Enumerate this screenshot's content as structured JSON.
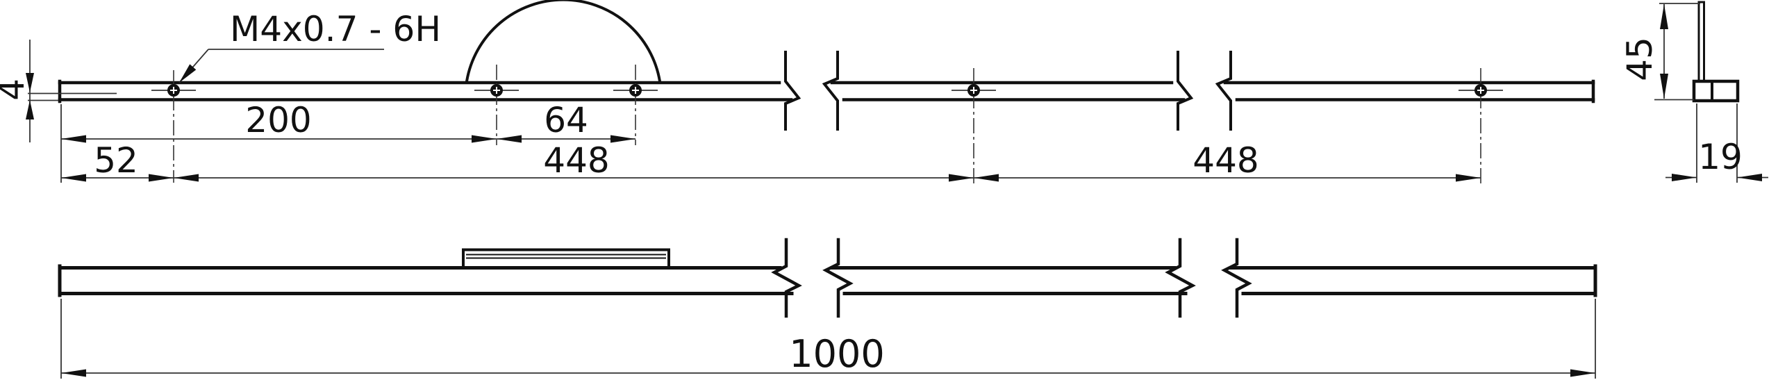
{
  "drawing": {
    "callout": {
      "thread": "M4x0.7 - 6H"
    },
    "dimensions": {
      "thickness": "4",
      "hole_offset_200": "200",
      "hole_spacing_64": "64",
      "end_offset_52": "52",
      "span_448_left": "448",
      "span_448_right": "448",
      "blade_height_45": "45",
      "base_width_19": "19",
      "overall_length_1000": "1000"
    },
    "line_color": "#111111",
    "background_color": "#ffffff"
  }
}
